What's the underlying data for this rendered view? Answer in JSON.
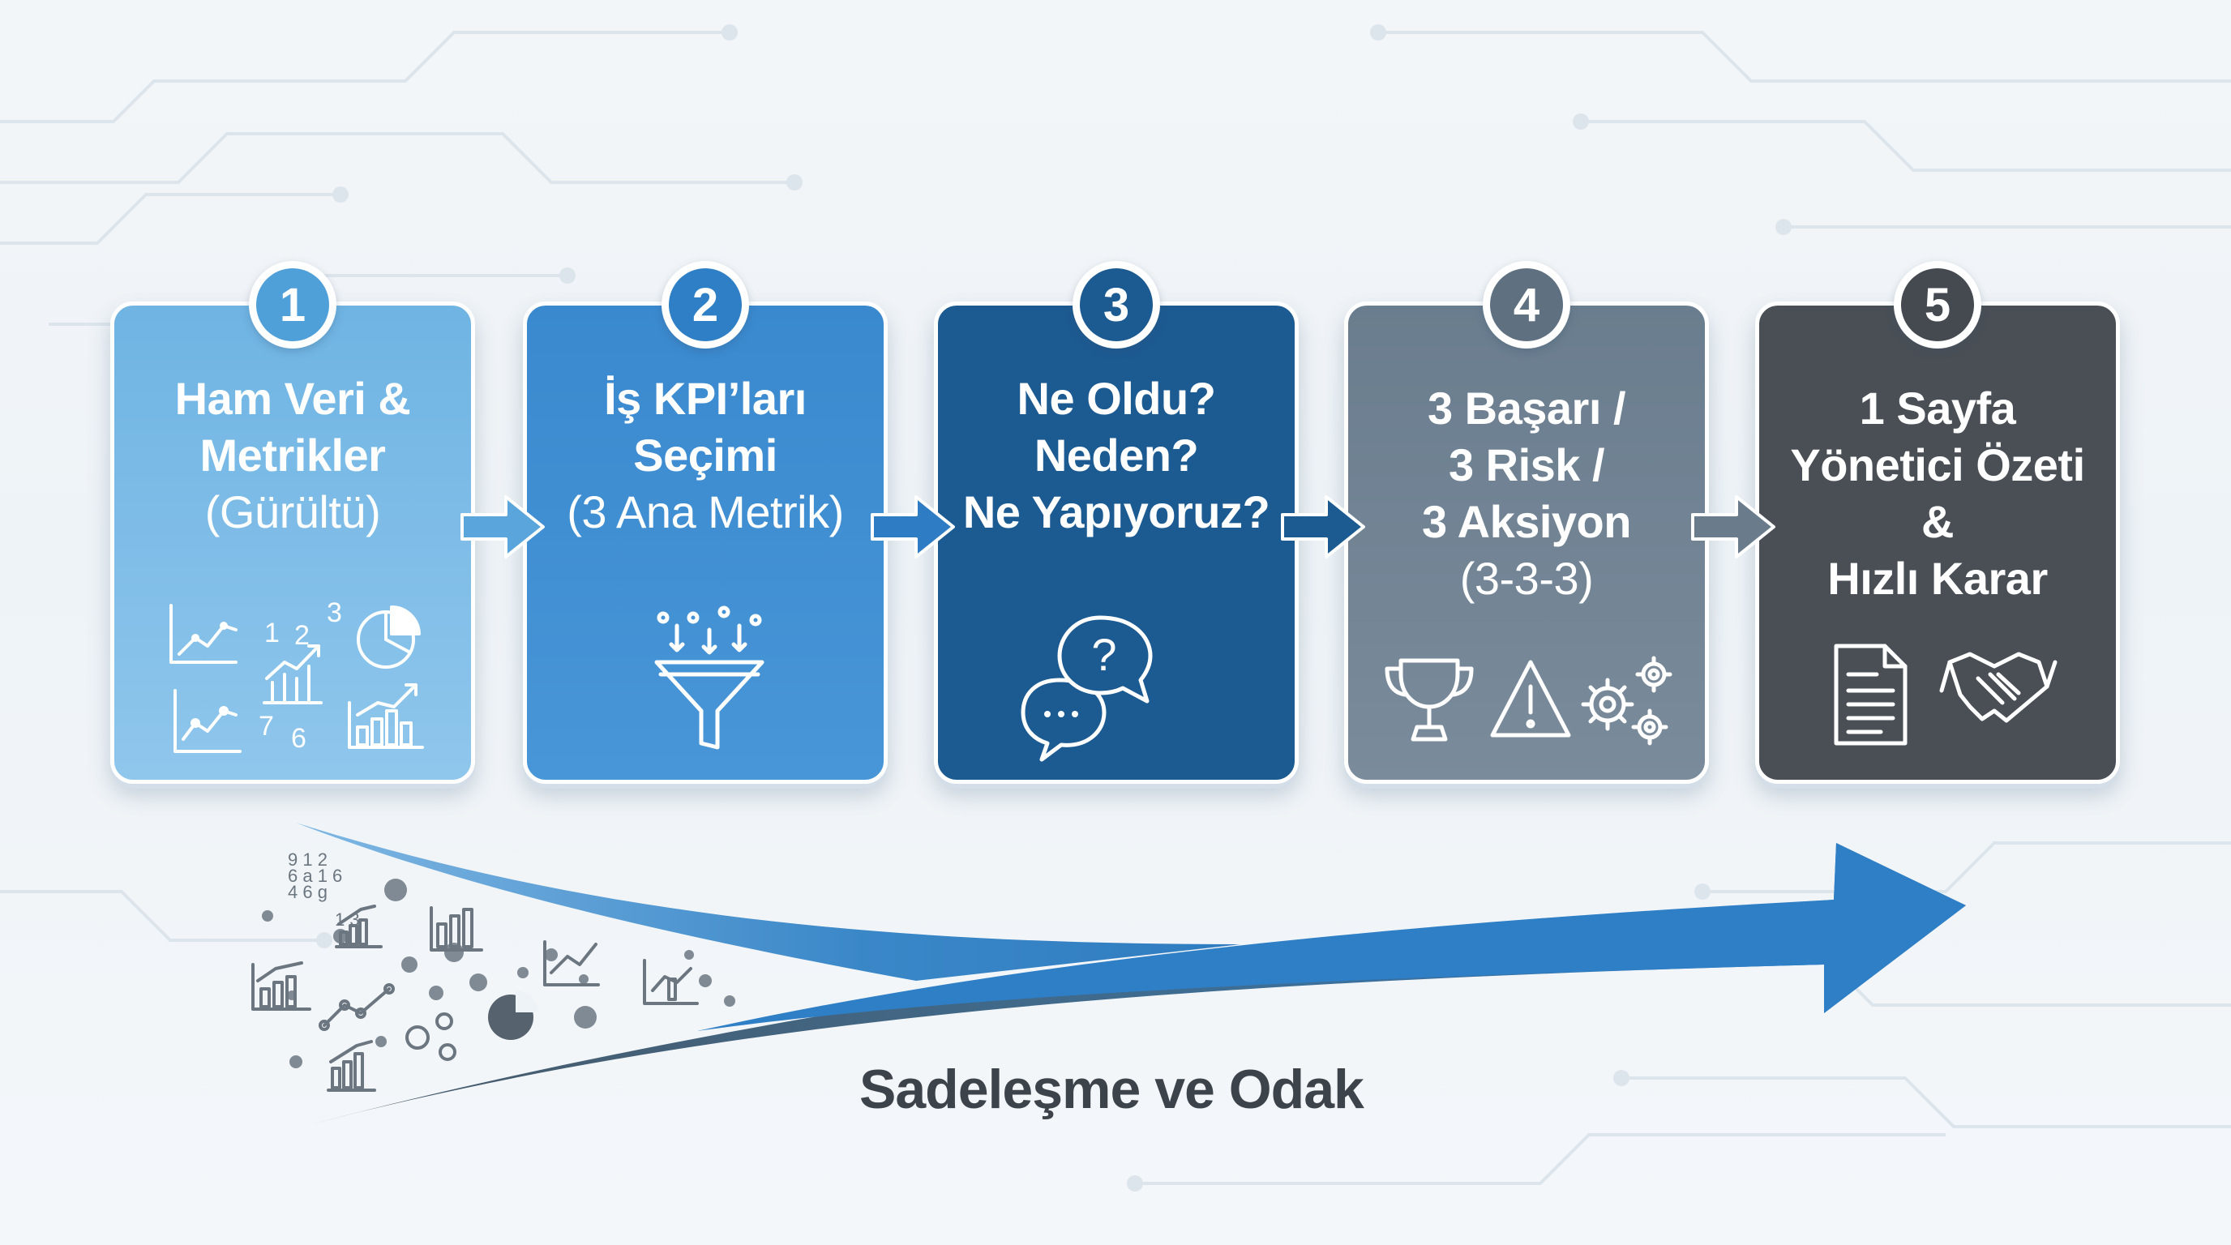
{
  "steps": [
    {
      "number": "1",
      "lines": [
        "Ham Veri &",
        "Metrikler"
      ],
      "sub": "(Gürültü)",
      "color": "#6cb2e2",
      "color2": "#8cc4ea",
      "badge": "#4f9fd8",
      "icons": [
        "line-chart-icon",
        "pie-chart-icon",
        "bar-chart-icon"
      ]
    },
    {
      "number": "2",
      "lines": [
        "İş KPI’ları",
        "Seçimi"
      ],
      "sub": "(3 Ana Metrik)",
      "color": "#3a8ad0",
      "color2": "#4a96d6",
      "badge": "#2f7fc6",
      "icons": [
        "funnel-icon"
      ]
    },
    {
      "number": "3",
      "lines": [
        "Ne Oldu?",
        "Neden?",
        "Ne Yapıyoruz?"
      ],
      "sub": "",
      "color": "#1c5a92",
      "color2": "#1f6198",
      "badge": "#1c5a92",
      "icons": [
        "chat-question-icon"
      ]
    },
    {
      "number": "4",
      "lines": [
        "3 Başarı /",
        "3 Risk /",
        "3 Aksiyon"
      ],
      "sub": "(3-3-3)",
      "color": "#6c7f90",
      "color2": "#7a8b9b",
      "badge": "#5f7080",
      "icons": [
        "trophy-icon",
        "warning-icon",
        "gears-icon"
      ]
    },
    {
      "number": "5",
      "lines": [
        "1 Sayfa",
        "Yönetici Özeti",
        "&",
        "Hızlı Karar"
      ],
      "sub": "",
      "color": "#4a4f55",
      "color2": "#55595e",
      "badge": "#444a50",
      "icons": [
        "document-icon",
        "handshake-icon"
      ]
    }
  ],
  "card1_numbers": [
    "1",
    "2",
    "3",
    "7",
    "6"
  ],
  "scatter_text": [
    "9 1 2",
    "6 a 1 6",
    "4 6 g",
    "1 3"
  ],
  "footer_label": "Sadeleşme ve Odak",
  "colors": {
    "arrow_blue": "#3a87c8",
    "arrow_dark": "#3e5364",
    "flow_arrow_1": "#5aa6dc",
    "flow_arrow_2": "#2e7cc4",
    "flow_arrow_3": "#1c5a92",
    "flow_arrow_4": "#6a7c8c"
  }
}
